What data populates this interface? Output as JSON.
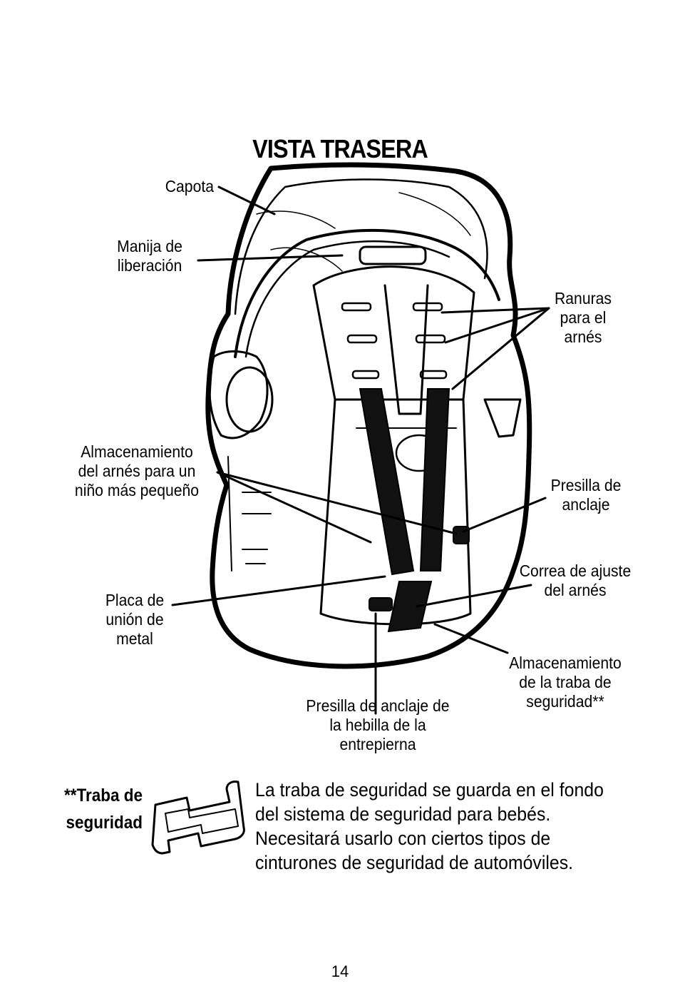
{
  "title": "VISTA TRASERA",
  "labels": {
    "capota": "Capota",
    "manija": "Manija de\nliberación",
    "ranuras": "Ranuras\npara el\narnés",
    "almacenamiento_arnes": "Almacenamiento\ndel arnés para un\nniño más pequeño",
    "presilla_anclaje": "Presilla de\nanclaje",
    "correa": "Correa de ajuste\ndel arnés",
    "placa": "Placa de\nunión de\nmetal",
    "almacenamiento_traba": "Almacenamiento\nde la traba de\nseguridad**",
    "presilla_hebilla": "Presilla de anclaje de\nla hebilla de la\nentrepierna"
  },
  "note": {
    "title": "**Traba de\nseguridad",
    "text": "La traba de seguridad se guarda en el fondo del sistema de seguridad para bebés. Necesitará usarlo con ciertos tipos de cinturones de seguridad de automóviles."
  },
  "page_number": "14"
}
